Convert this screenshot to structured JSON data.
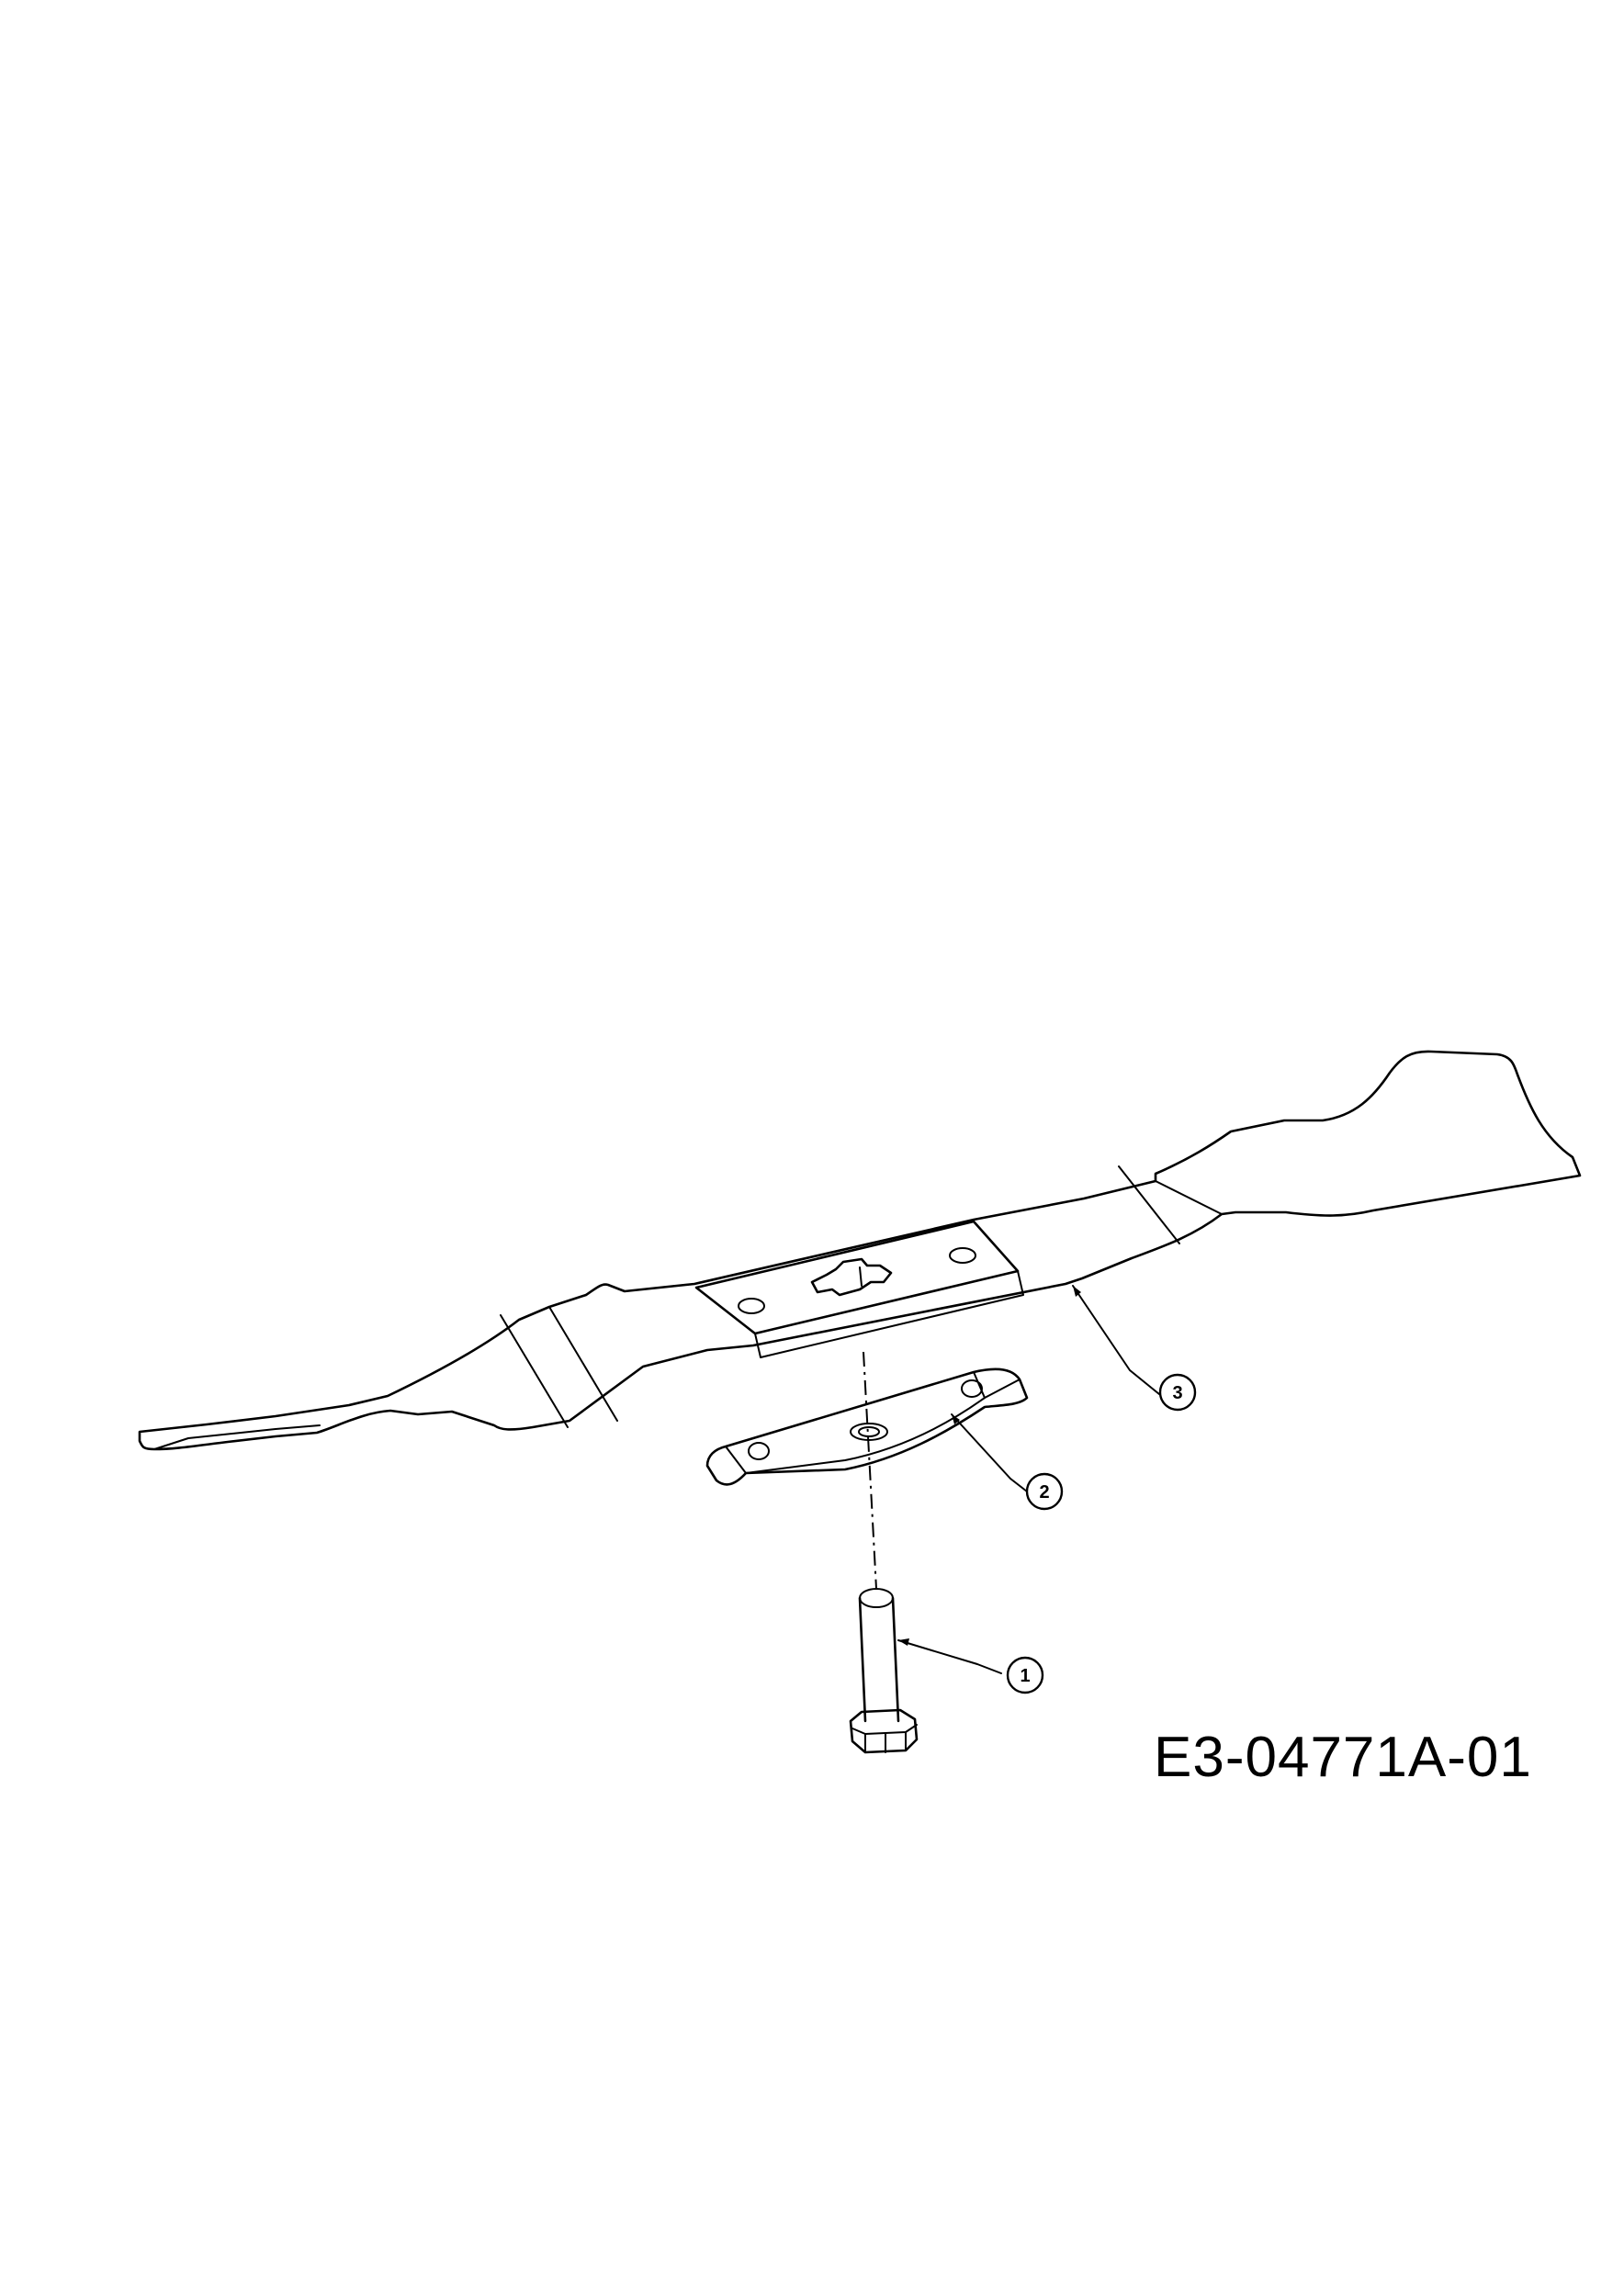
{
  "diagram": {
    "code": "E3-04771A-01",
    "callouts": [
      {
        "label": "1",
        "part": "bolt"
      },
      {
        "label": "2",
        "part": "blade-adapter-plate"
      },
      {
        "label": "3",
        "part": "mower-blade"
      }
    ]
  }
}
